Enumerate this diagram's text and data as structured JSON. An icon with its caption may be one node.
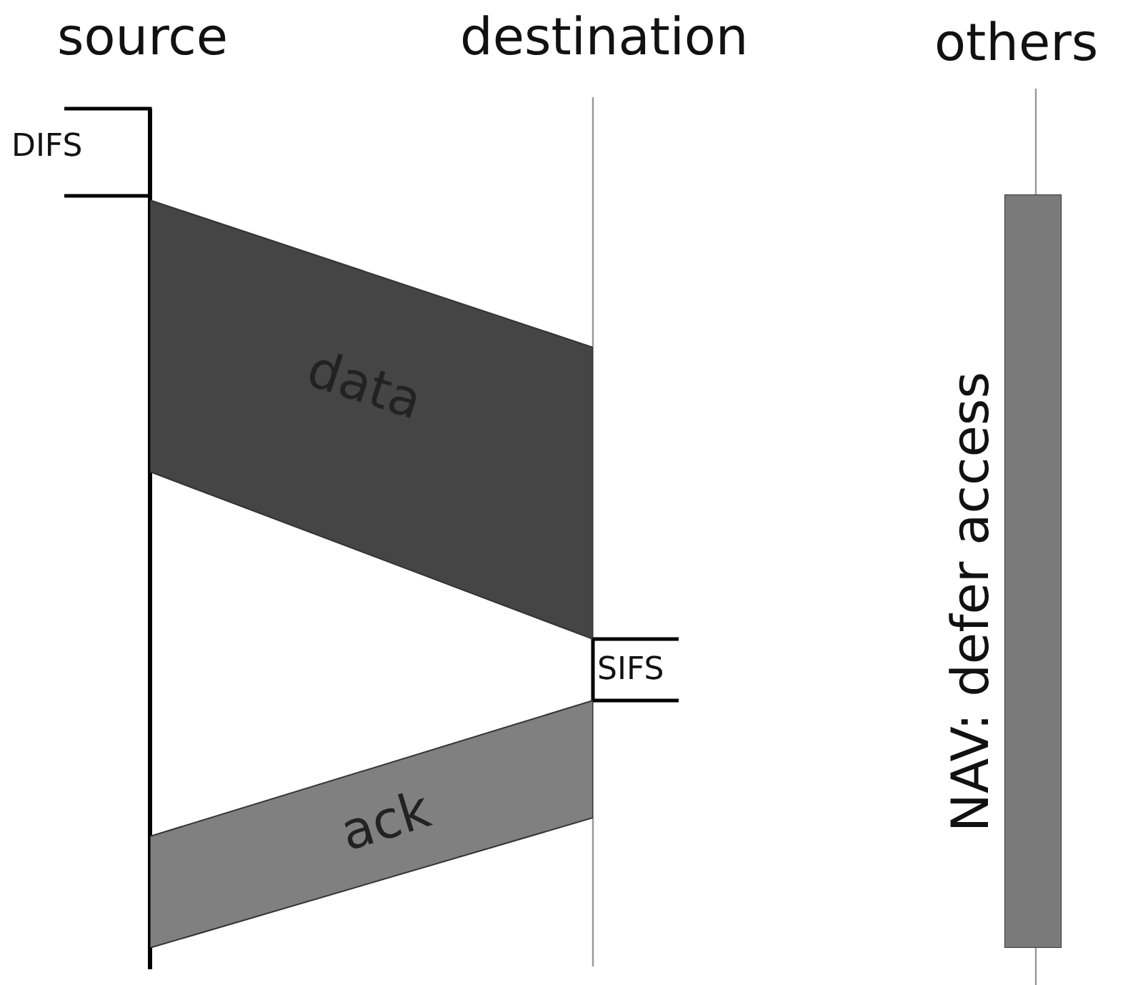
{
  "diagram": {
    "nodes": [
      {
        "text": [
          "data"
        ]
      },
      {
        "text": [
          "ack"
        ]
      },
      {
        "text": [
          "NAV: defer access"
        ]
      }
    ],
    "edges": [],
    "labels": [
      "source",
      "destination",
      "others",
      "DIFS",
      "SIFS"
    ]
  }
}
